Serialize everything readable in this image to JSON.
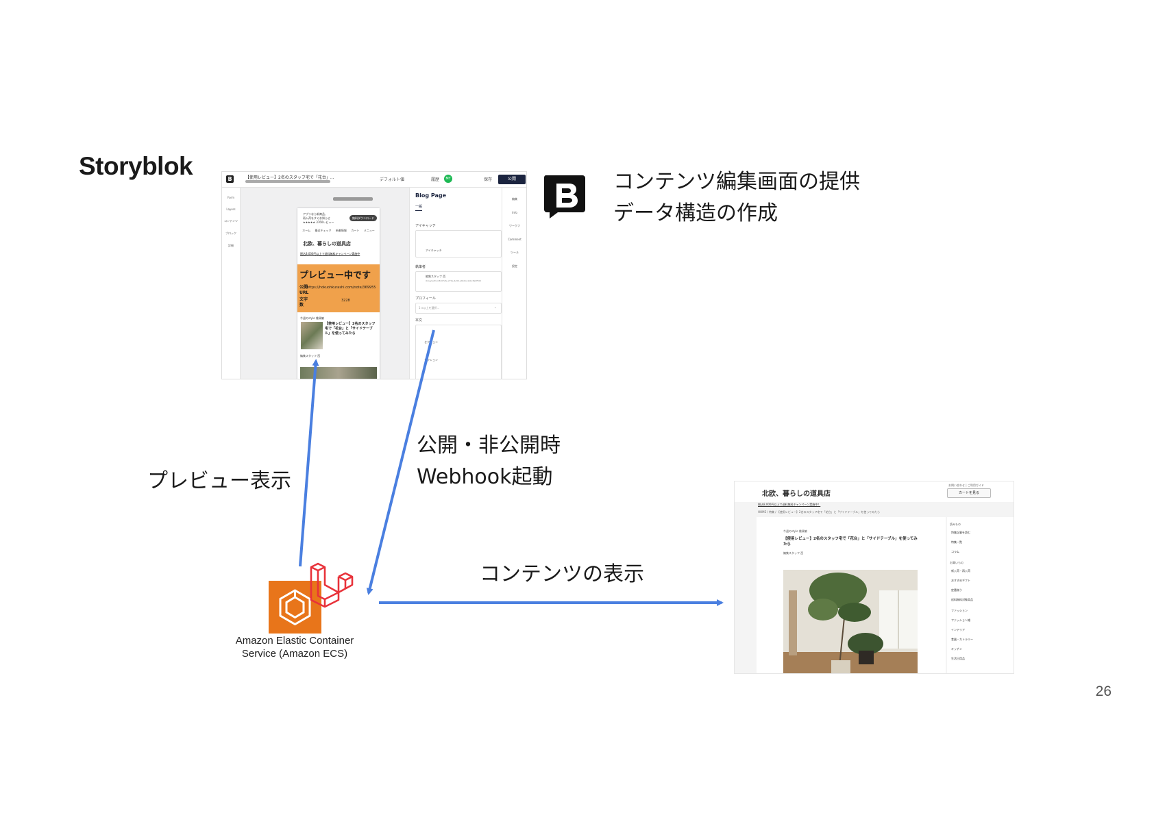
{
  "slide": {
    "title": "Storyblok",
    "storyblok_desc": [
      "コンテンツ編集画面の提供",
      "データ構造の作成"
    ],
    "preview_label": "プレビュー表示",
    "webhook_label": [
      "公開・非公開時",
      "Webhook起動"
    ],
    "content_label": "コンテンツの表示",
    "ecs_label": [
      "Amazon Elastic Container",
      "Service (Amazon ECS)"
    ],
    "page_number": "26",
    "arrow_color": "#4a7fe0"
  },
  "editor": {
    "doc_title": "【使用レビュー】2名のスタッフ宅で「花台」...",
    "lang": "デフォルト値",
    "history": "履歴",
    "avatar": "MY",
    "save": "保存",
    "publish": "公開",
    "left_nav": [
      "Form",
      "Layers",
      "コンテンツ",
      "ブロック",
      "詳細"
    ],
    "right_nav": [
      "編集",
      "Info",
      "ワークフ",
      "Comment",
      "ツール",
      "設定"
    ],
    "panel": {
      "title": "Blog Page",
      "tab": "一般",
      "eyecatch_label": "アイキャッチ",
      "eyecatch_item": "アイキャッチ",
      "author_label": "執筆者",
      "author_name": "編集スタッフ 西",
      "author_id": "/blog/author/8d07afe-274e-4e50-a6b0ce1bbc8a0f500",
      "profile_label": "プロフィール",
      "profile_select": "1つ以上を選択...",
      "body_label": "本文",
      "section1": "セクション",
      "section2": "セクション"
    },
    "phone": {
      "app_promo": [
        "アプリなら新商品、",
        "再入荷をすぐお知らせ",
        "★★★★★ 3760レビュー"
      ],
      "download": "無料ダウンロード",
      "nav": [
        "ホーム",
        "最近チェック",
        "新着情報",
        "カート",
        "メニュー"
      ],
      "shop_name": "北欧、暮らしの道具店",
      "promo": "税込8,000円以上で送料無料キャンペーン実施中",
      "preview_title": "プレビュー中です",
      "url_label": "公開URL",
      "url_value": "https://hokuohkurashi.com/note/369955",
      "chars_label": "文字数",
      "chars_value": "3228",
      "category": "今週のstyle 雑貨編",
      "article_title": "【使用レビュー】2名のスタッフ宅で「花台」と「サイドテーブル」を使ってみたら",
      "staff": "編集スタッフ 西"
    }
  },
  "site": {
    "brand": "北欧、暮らしの道具店",
    "top_links": "お問い合わせ | ご利用ガイド",
    "cart": "カートを見る",
    "promo": "税込8,000円以上で送料無料キャンペーン実施中！",
    "breadcrumb": "HOME / 特集 / 【使用レビュー】2名のスタッフ宅で「花台」と「サイドテーブル」を使ってみたら",
    "category": "今週のstyle 雑貨編",
    "title": "【使用レビュー】2名のスタッフ宅で「花台」と「サイドテーブル」を使ってみたら",
    "staff": "編集スタッフ 西",
    "side_sec1": "読みもの",
    "side_items1": [
      "特集記事を読む",
      "特集一覧",
      "コラム"
    ],
    "side_sec2": "お買いもの",
    "side_items2": [
      "新入荷・再入荷",
      "おすすめギフト",
      "定番揃う",
      "送料無料対象商品",
      "ファッション",
      "ファッション雑",
      "インテリア",
      "食器・カトラリー",
      "キッチン",
      "生活日用品"
    ]
  }
}
